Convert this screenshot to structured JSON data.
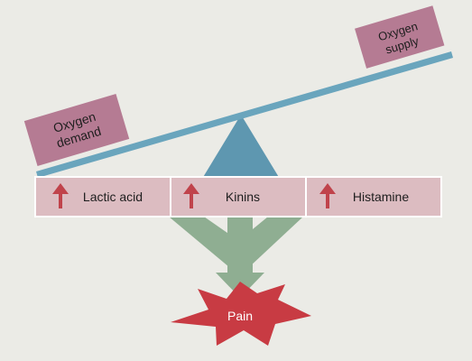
{
  "colors": {
    "background": "#ebebe6",
    "box": "#b57b93",
    "beam": "#6aa5bd",
    "fulcrum": "#5e97b0",
    "factor_fill": "#dcbcc1",
    "factor_border": "#ffffff",
    "arrow_up": "#c0434b",
    "funnel": "#8fae92",
    "burst": "#c83b43",
    "text_dark": "#1e1e1e",
    "text_light": "#ffffff"
  },
  "scale": {
    "left_box_line1": "Oxygen",
    "left_box_line2": "demand",
    "right_box_line1": "Oxygen",
    "right_box_line2": "supply"
  },
  "factors": [
    {
      "label": "Lactic acid",
      "icon": "arrow-up-icon"
    },
    {
      "label": "Kinins",
      "icon": "arrow-up-icon"
    },
    {
      "label": "Histamine",
      "icon": "arrow-up-icon"
    }
  ],
  "outcome": {
    "label": "Pain",
    "icon": "burst-shape"
  }
}
